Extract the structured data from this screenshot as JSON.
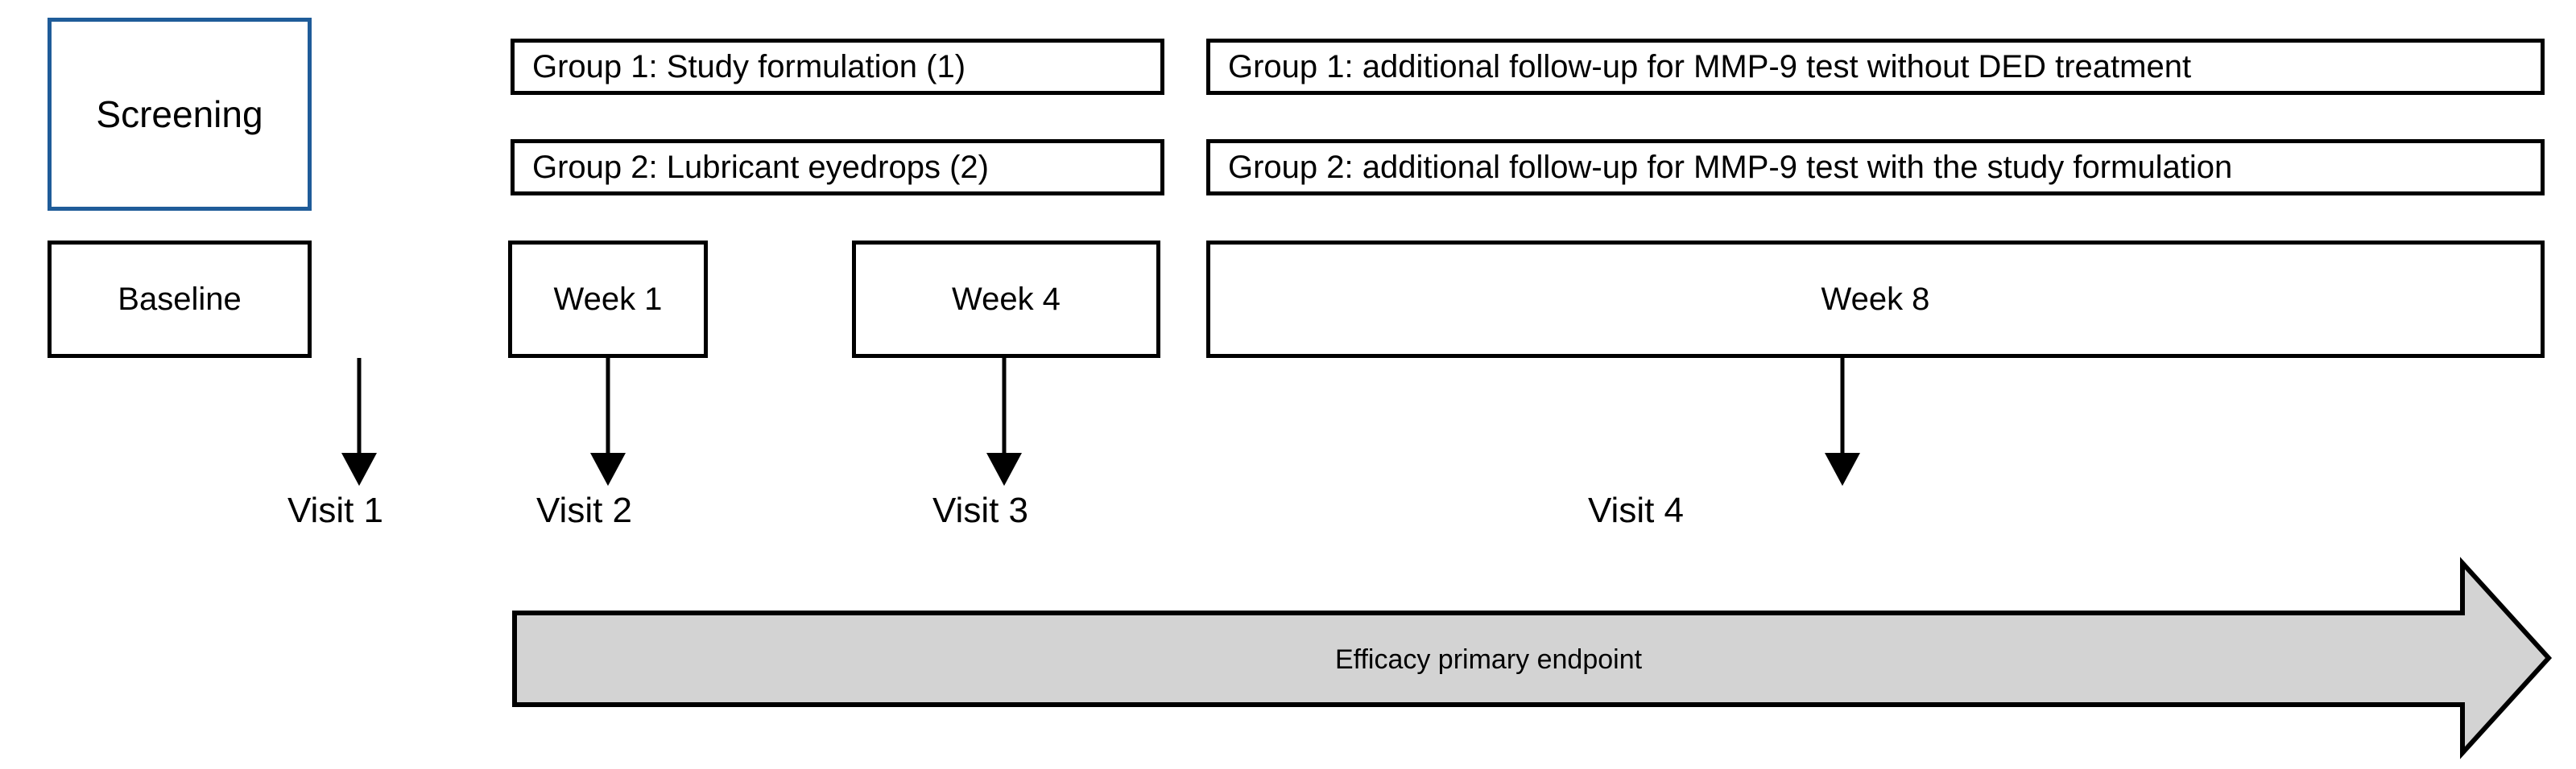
{
  "diagram": {
    "title": "Clinical study visit schedule timeline",
    "colors": {
      "screening_border": "#1F5C99",
      "box_border": "#000000",
      "banner_fill": "#D3D3D3",
      "banner_stroke": "#000000",
      "background": "#FFFFFF",
      "text": "#000000"
    },
    "boxes": {
      "screening": "Screening",
      "baseline": "Baseline",
      "group1_treatment": "Group 1: Study formulation (1)",
      "group2_treatment": "Group 2: Lubricant eyedrops (2)",
      "group1_followup": "Group 1: additional follow-up for MMP-9 test without DED treatment",
      "group2_followup": "Group 2: additional follow-up for MMP-9 test with the study formulation",
      "week1": "Week 1",
      "week4": "Week 4",
      "week8": "Week 8"
    },
    "visits": {
      "visit1": "Visit 1",
      "visit2": "Visit 2",
      "visit3": "Visit 3",
      "visit4": "Visit 4"
    },
    "banner": {
      "label": "Efficacy primary endpoint"
    }
  }
}
